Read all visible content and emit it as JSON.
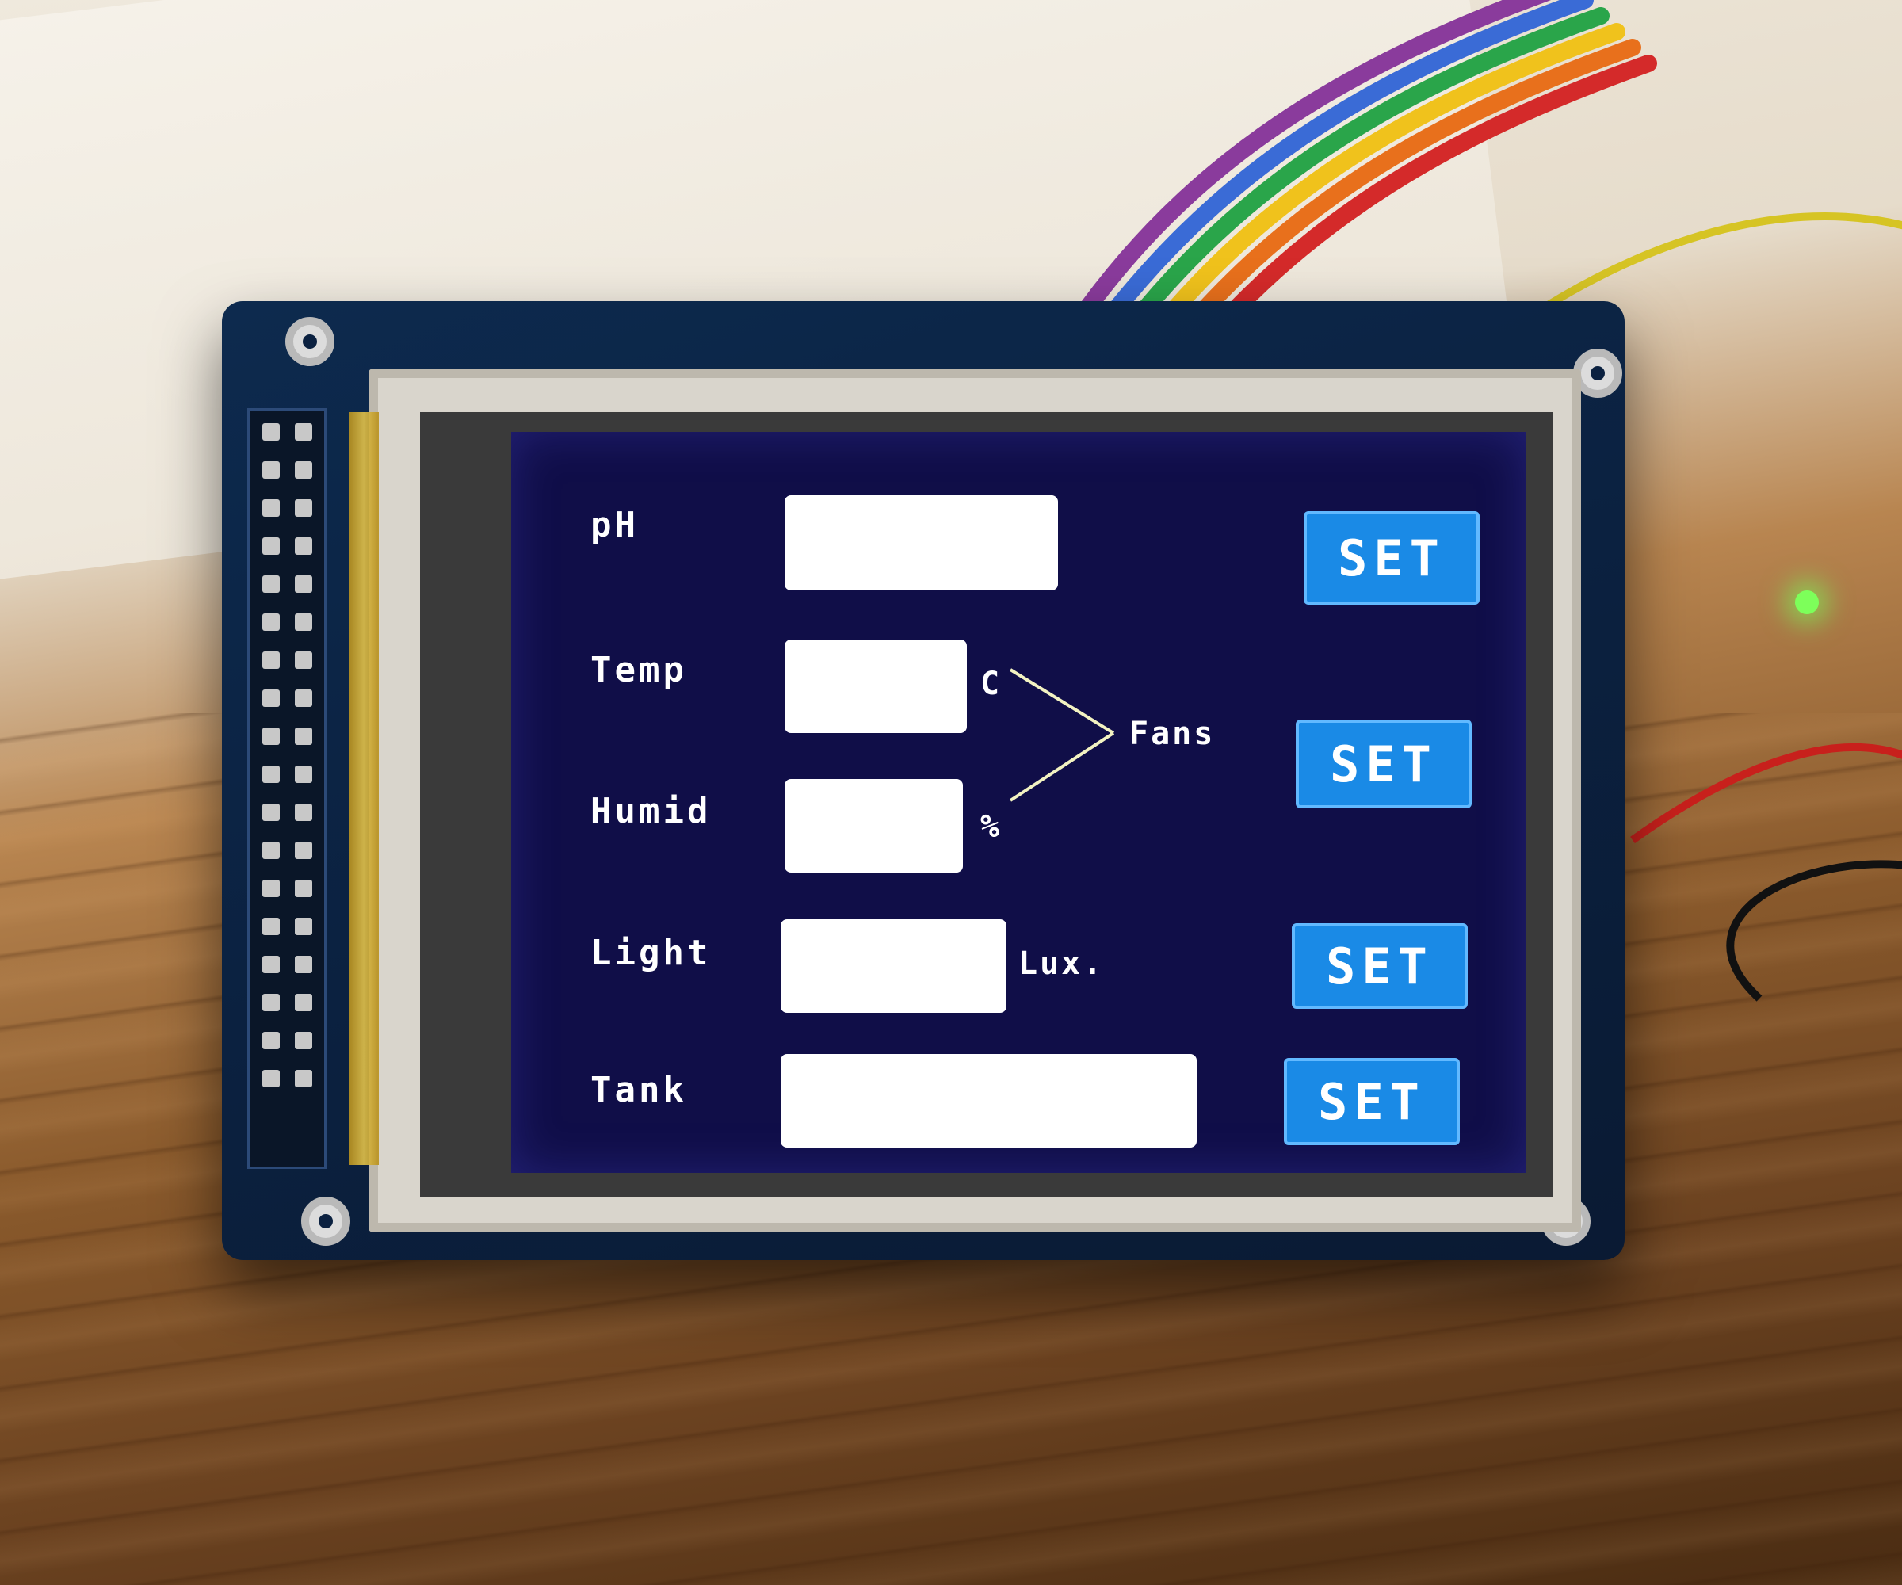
{
  "screen": {
    "rows": [
      {
        "label": "pH",
        "unit": "",
        "button": "SET"
      },
      {
        "label": "Temp",
        "unit": "C"
      },
      {
        "label": "Humid",
        "unit": "%"
      },
      {
        "label": "Light",
        "unit": "Lux.",
        "button": "SET"
      },
      {
        "label": "Tank",
        "unit": "",
        "button": "SET"
      }
    ],
    "fans": {
      "label": "Fans",
      "button": "SET"
    }
  },
  "colors": {
    "screen_bg": "#100e48",
    "button_bg": "#1a8ae6",
    "field_bg": "#ffffff",
    "text": "#ffffff",
    "status_led": "#7dff5a"
  }
}
